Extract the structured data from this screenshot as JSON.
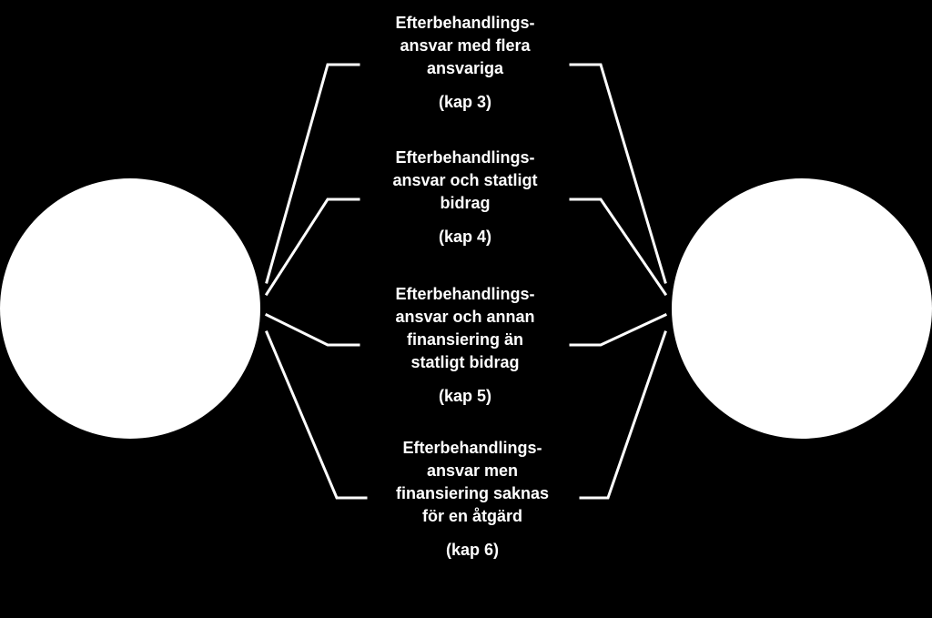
{
  "colors": {
    "background": "#000000",
    "circle": "#ffffff",
    "text": "#ffffff",
    "connector": "#ffffff"
  },
  "boxes": [
    {
      "lines": [
        "Efterbehandlings-",
        "ansvar med flera",
        "ansvariga"
      ],
      "chapter": "(kap 3)"
    },
    {
      "lines": [
        "Efterbehandlings-",
        "ansvar och statligt",
        "bidrag"
      ],
      "chapter": "(kap 4)"
    },
    {
      "lines": [
        "Efterbehandlings-",
        "ansvar och annan",
        "finansiering än",
        "statligt bidrag"
      ],
      "chapter": "(kap 5)"
    },
    {
      "lines": [
        "Efterbehandlings-",
        "ansvar men",
        "finansiering saknas",
        "för en åtgärd"
      ],
      "chapter": "(kap 6)"
    }
  ]
}
